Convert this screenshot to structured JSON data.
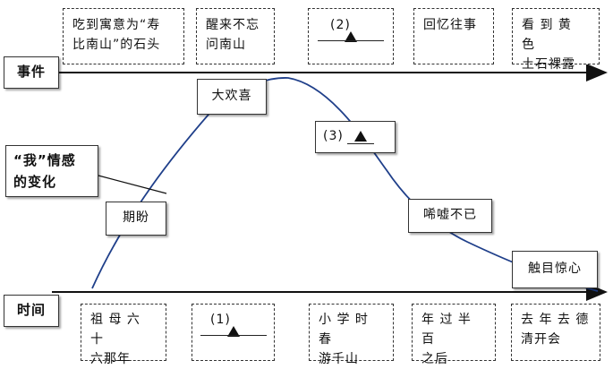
{
  "axes": {
    "top_label": "事件",
    "bottom_label": "时间",
    "left_label": "“我”情感\n的变化"
  },
  "events": [
    "吃到寓意为“寿\n比南山”的石头",
    "醒来不忘\n问南山",
    "(2)",
    "回忆往事",
    "看 到 黄 色\n土石裸露"
  ],
  "times": [
    "祖 母 六 十\n六那年",
    "(1)",
    "小 学 时 春\n游千山",
    "年 过 半 百\n之后",
    "去 年 去 德\n清开会"
  ],
  "emotions": [
    "期盼",
    "大欢喜",
    "(3)",
    "唏嘘不已",
    "触目惊心"
  ],
  "icons": {
    "blank_marker": "triangle-icon"
  },
  "colors": {
    "line": "#1f3f8a",
    "axis": "#111111",
    "dashed_border": "#333333"
  }
}
